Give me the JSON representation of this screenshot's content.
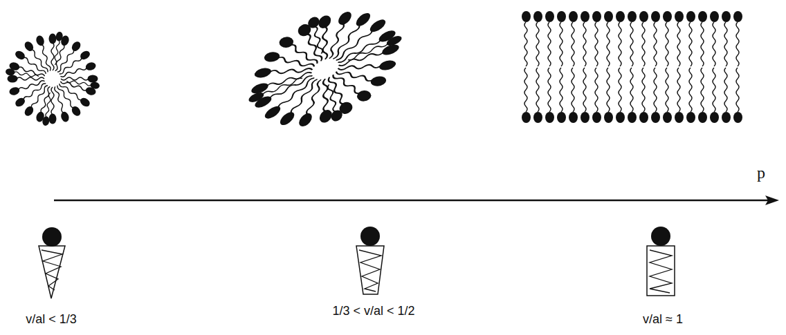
{
  "diagram": {
    "labels": [
      "p",
      "v/al < 1/3",
      "1/3 < v/al < 1/2",
      "v/al ≈ 1"
    ]
  }
}
